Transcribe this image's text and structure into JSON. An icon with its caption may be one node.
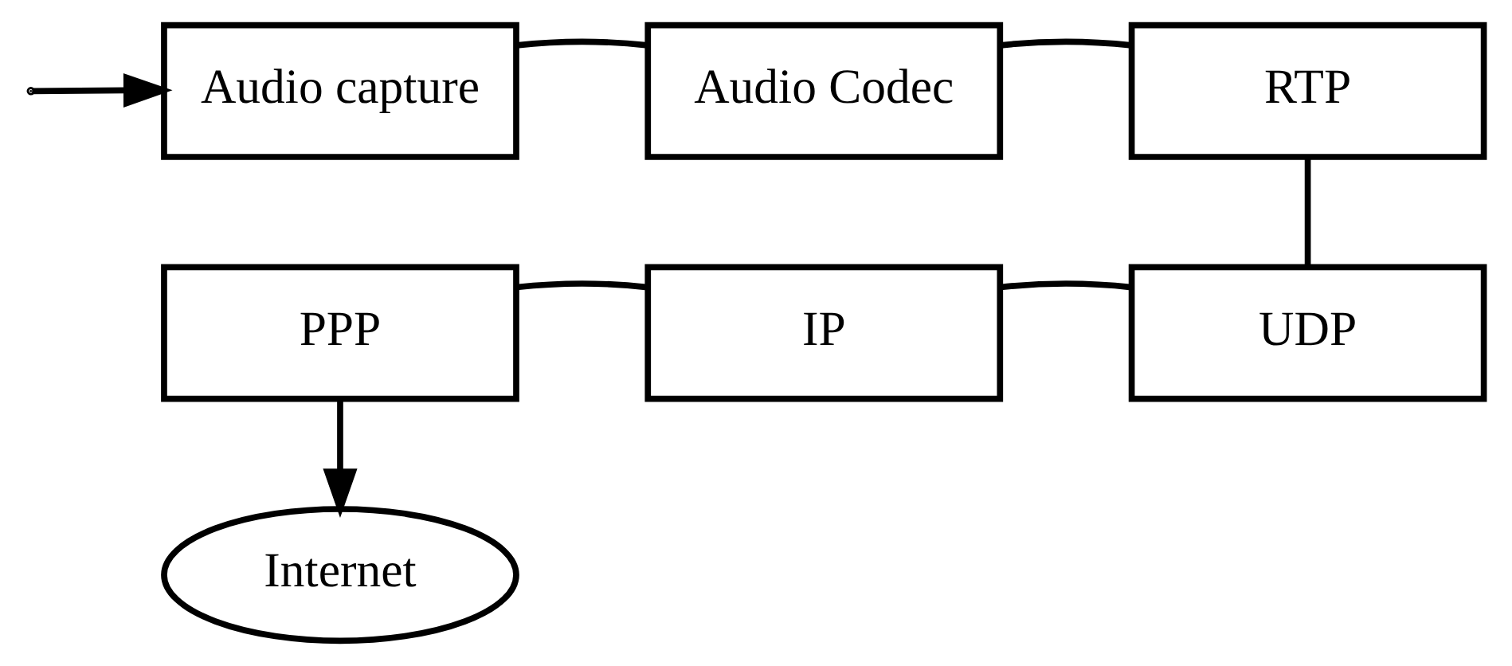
{
  "diagram": {
    "nodes": [
      {
        "text": [
          "Audio capture"
        ]
      },
      {
        "text": [
          "Audio Codec"
        ]
      },
      {
        "text": [
          "RTP"
        ]
      },
      {
        "text": [
          "UDP"
        ]
      },
      {
        "text": [
          "IP"
        ]
      },
      {
        "text": [
          "PPP"
        ]
      },
      {
        "text": [
          "Internet"
        ]
      }
    ],
    "edges": [
      {
        "from": null,
        "to": 0,
        "arrow": "to"
      },
      {
        "from": 0,
        "to": 1,
        "arrow": "none"
      },
      {
        "from": 1,
        "to": 2,
        "arrow": "none"
      },
      {
        "from": 2,
        "to": 3,
        "arrow": "none"
      },
      {
        "from": 3,
        "to": 4,
        "arrow": "none"
      },
      {
        "from": 4,
        "to": 5,
        "arrow": "none"
      },
      {
        "from": 5,
        "to": 6,
        "arrow": "to"
      }
    ]
  }
}
